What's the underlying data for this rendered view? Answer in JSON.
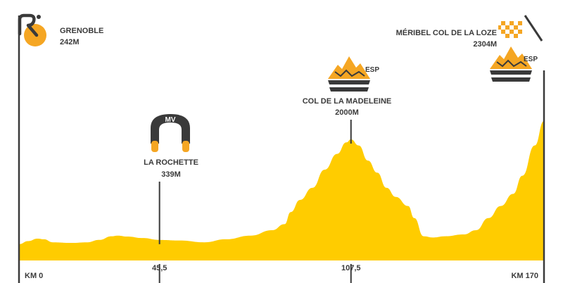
{
  "colors": {
    "profile": "#FFCC00",
    "ink": "#3a3a3a",
    "accent": "#F5A623",
    "background": "#ffffff"
  },
  "icons": {
    "start": "start-logo-icon",
    "sprint": "sprint-arch-icon",
    "climb": "mountain-climb-icon",
    "finish": "checkered-flag-icon"
  },
  "chart_data": {
    "type": "area",
    "x_unit": "km",
    "xlim": [
      0,
      170
    ],
    "ylim": [
      0,
      2500
    ],
    "profile": [
      [
        0,
        270
      ],
      [
        3,
        320
      ],
      [
        6,
        360
      ],
      [
        8,
        350
      ],
      [
        11,
        300
      ],
      [
        17,
        290
      ],
      [
        22,
        300
      ],
      [
        26,
        340
      ],
      [
        30,
        400
      ],
      [
        32,
        410
      ],
      [
        35,
        395
      ],
      [
        40,
        370
      ],
      [
        45.5,
        339
      ],
      [
        52,
        330
      ],
      [
        60,
        300
      ],
      [
        67,
        350
      ],
      [
        75,
        410
      ],
      [
        82,
        500
      ],
      [
        86,
        600
      ],
      [
        88,
        800
      ],
      [
        91,
        1000
      ],
      [
        95,
        1200
      ],
      [
        99,
        1500
      ],
      [
        103,
        1760
      ],
      [
        106,
        1950
      ],
      [
        107.5,
        2000
      ],
      [
        110,
        1900
      ],
      [
        113,
        1650
      ],
      [
        116,
        1450
      ],
      [
        119,
        1200
      ],
      [
        122,
        1050
      ],
      [
        126,
        900
      ],
      [
        128,
        700
      ],
      [
        131,
        400
      ],
      [
        134,
        380
      ],
      [
        138,
        400
      ],
      [
        144,
        430
      ],
      [
        148,
        500
      ],
      [
        152,
        700
      ],
      [
        156,
        900
      ],
      [
        160,
        1100
      ],
      [
        163,
        1400
      ],
      [
        167,
        1900
      ],
      [
        170,
        2304
      ]
    ],
    "waypoints": [
      {
        "km": 0,
        "name": "GRENOBLE",
        "alt": "242M",
        "alt_m": 242,
        "kind": "start"
      },
      {
        "km": 45.5,
        "name": "LA ROCHETTE",
        "alt": "339M",
        "alt_m": 339,
        "kind": "sprint",
        "badge": "MV"
      },
      {
        "km": 107.5,
        "name": "COL DE LA MADELEINE",
        "alt": "2000M",
        "alt_m": 2000,
        "kind": "climb",
        "badge": "ESP"
      },
      {
        "km": 170,
        "name": "MÉRIBEL COL DE LA LOZE",
        "alt": "2304M",
        "alt_m": 2304,
        "kind": "finish",
        "badge": "ESP"
      }
    ],
    "x_ticks": [
      {
        "value": 0,
        "label": "KM 0"
      },
      {
        "value": 45.5,
        "label": "45,5"
      },
      {
        "value": 107.5,
        "label": "107,5"
      },
      {
        "value": 170,
        "label": "KM 170"
      }
    ]
  }
}
